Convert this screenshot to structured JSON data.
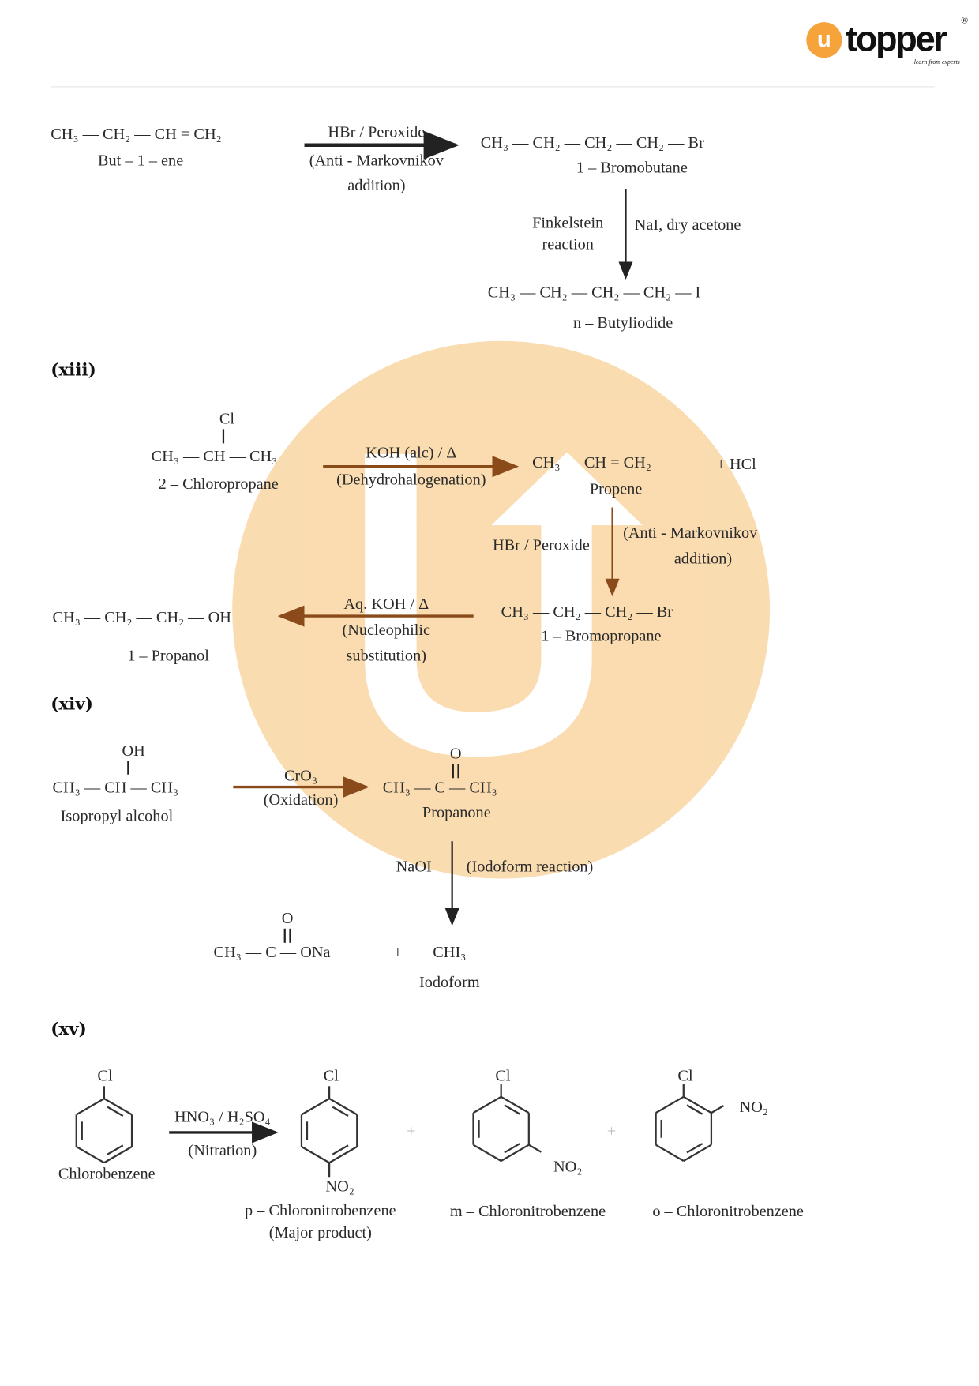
{
  "logo": {
    "mark": "u",
    "name": "topper",
    "tagline": "learn from experts",
    "registered": "®"
  },
  "colors": {
    "brand": "#f5a33a",
    "watermark": "#f9d6a3",
    "text": "#2a2a2a"
  },
  "reaction_a": {
    "reactant": "CH₃ — CH₂ — CH = CH₂",
    "reactant_name": "But – 1 – ene",
    "reagent": "HBr / Peroxide",
    "condition_1": "(Anti - Markovnikov",
    "condition_2": "addition)",
    "product": "CH₃ — CH₂ — CH₂ — CH₂ — Br",
    "product_name": "1 – Bromobutane",
    "step2_label_1": "Finkelstein",
    "step2_label_2": "reaction",
    "step2_reagent": "NaI, dry acetone",
    "final": "CH₃ — CH₂ — CH₂ — CH₂ — I",
    "final_name": "n – Butyliodide"
  },
  "xiii": {
    "label": "(xiii)",
    "substituent": "Cl",
    "reactant": "CH₃ — CH — CH₃",
    "reactant_name": "2 – Chloropropane",
    "reagent": "KOH (alc) / Δ",
    "condition": "(Dehydrohalogenation)",
    "product": "CH₃ — CH = CH₂",
    "byproduct": "+     HCl",
    "product_name": "Propene",
    "step2_reagent": "HBr / Peroxide",
    "step2_condition_1": "(Anti - Markovnikov",
    "step2_condition_2": "addition)",
    "intermediate": "CH₃ — CH₂ — CH₂ — Br",
    "intermediate_name": "1 – Bromopropane",
    "step3_reagent": "Aq. KOH / Δ",
    "step3_condition_1": "(Nucleophilic",
    "step3_condition_2": "substitution)",
    "final": "CH₃ — CH₂ — CH₂ — OH",
    "final_name": "1 – Propanol"
  },
  "xiv": {
    "label": "(xiv)",
    "substituent": "OH",
    "reactant": "CH₃ — CH — CH₃",
    "reactant_name": "Isopropyl alcohol",
    "reagent": "CrO₃",
    "condition": "(Oxidation)",
    "carbonyl_o": "O",
    "product": "CH₃ — C — CH₃",
    "product_name": "Propanone",
    "step2_reagent": "NaOI",
    "step2_condition": "(Iodoform reaction)",
    "final_o": "O",
    "final": "CH₃ — C — ONa",
    "plus": "+",
    "final2": "CHI₃",
    "final2_name": "Iodoform"
  },
  "xv": {
    "label": "(xv)",
    "cl": "Cl",
    "no2": "NO₂",
    "reactant_name": "Chlorobenzene",
    "reagent": "HNO₃ / H₂SO₄",
    "condition": "(Nitration)",
    "plus": "+",
    "para_name": "p – Chloronitrobenzene",
    "para_note": "(Major product)",
    "meta_name": "m – Chloronitrobenzene",
    "ortho_name": "o – Chloronitrobenzene"
  }
}
